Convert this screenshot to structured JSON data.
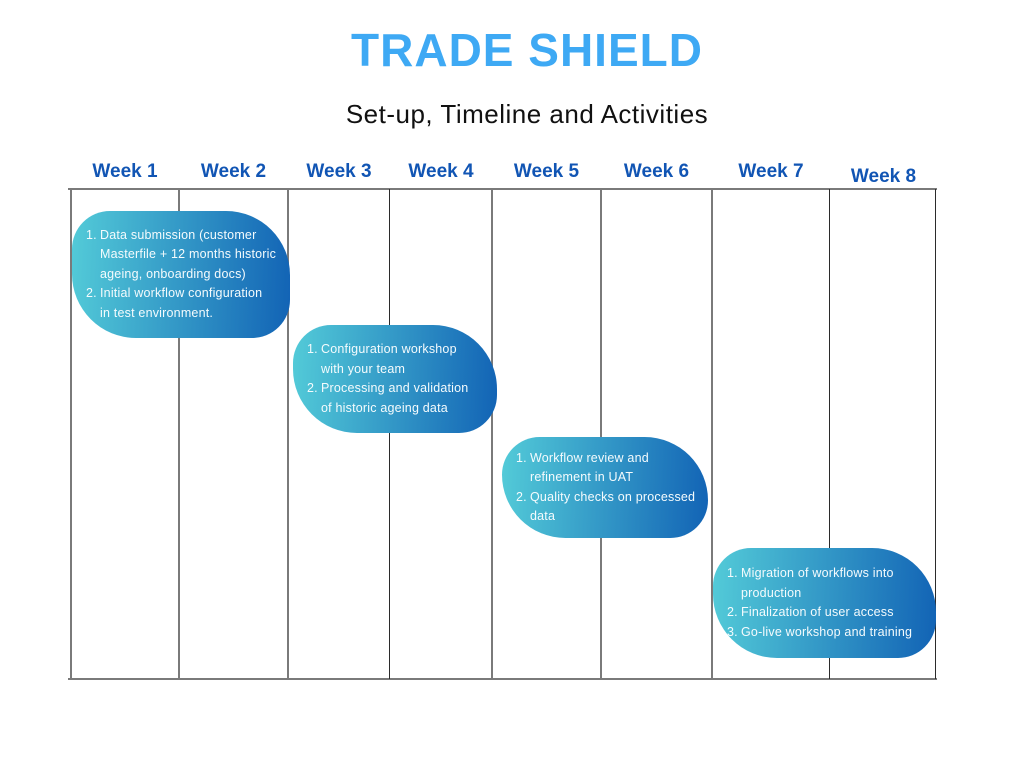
{
  "title": "TRADE SHIELD",
  "subtitle": "Set-up, Timeline and Activities",
  "colors": {
    "background": "#ffffff",
    "title": "#3ea9f4",
    "subtitle": "#111111",
    "week_label": "#1155b4",
    "gradient_start": "#53cbd8",
    "gradient_end": "#1263b5",
    "box_text": "#f4fbfd",
    "grid_line": "#7a7a7a",
    "grid_line_dark": "#2b2b2b"
  },
  "timeline": {
    "weeks": [
      "Week 1",
      "Week 2",
      "Week 3",
      "Week 4",
      "Week 5",
      "Week 6",
      "Week 7",
      "Week 8"
    ],
    "phases": [
      {
        "weeks": "Week 1 - Week 2",
        "items": [
          {
            "num": "1.",
            "text": "Data submission (customer\nMasterfile + 12 months historic\nageing, onboarding docs)"
          },
          {
            "num": "2.",
            "text": "Initial workflow configuration\nin test environment."
          }
        ]
      },
      {
        "weeks": "Week 3 - Week 4",
        "items": [
          {
            "num": "1.",
            "text": "Configuration workshop\nwith your team"
          },
          {
            "num": "2.",
            "text": "Processing and validation\nof historic ageing data"
          }
        ]
      },
      {
        "weeks": "Week 5 - Week 6",
        "items": [
          {
            "num": "1.",
            "text": "Workflow review and\nrefinement in UAT"
          },
          {
            "num": "2.",
            "text": "Quality checks on processed\ndata"
          }
        ]
      },
      {
        "weeks": "Week 7 - Week 8",
        "items": [
          {
            "num": "1.",
            "text": "Migration of workflows into\nproduction"
          },
          {
            "num": "2.",
            "text": "Finalization of user access"
          },
          {
            "num": "3.",
            "text": "Go-live workshop and training"
          }
        ]
      }
    ]
  }
}
